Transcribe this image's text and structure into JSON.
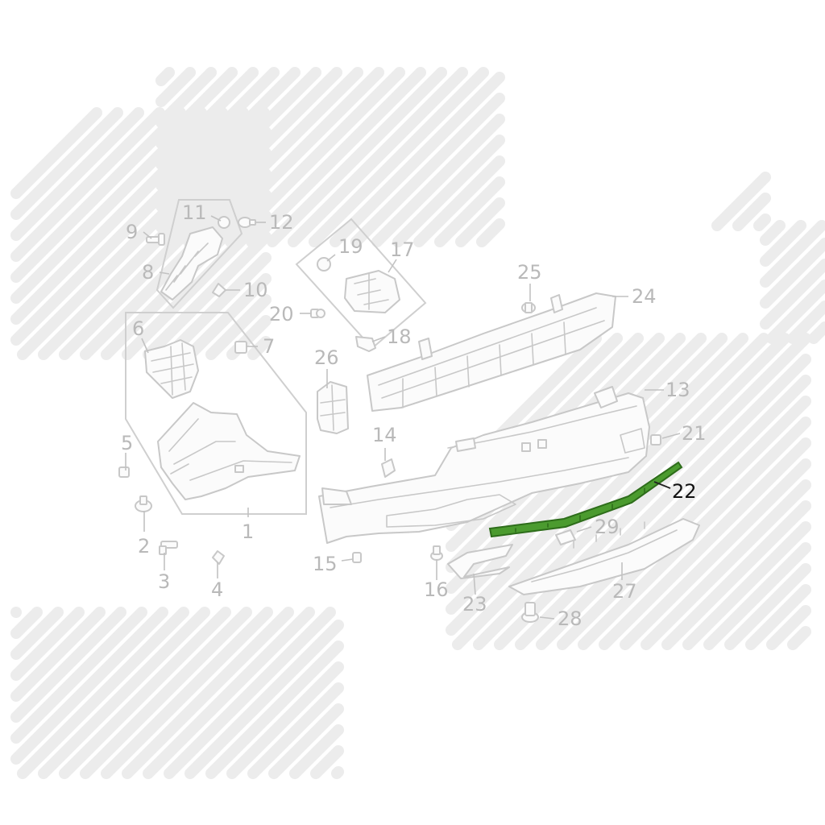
{
  "colors": {
    "highlight": "#4b9b2f",
    "highlight_edge": "#2e6d1b",
    "line": "#c8c8c8",
    "label": "#b9b9b9",
    "label_active": "#111111"
  },
  "callouts": [
    {
      "id": "1",
      "label": "1"
    },
    {
      "id": "2",
      "label": "2"
    },
    {
      "id": "3",
      "label": "3"
    },
    {
      "id": "4",
      "label": "4"
    },
    {
      "id": "5",
      "label": "5"
    },
    {
      "id": "6",
      "label": "6"
    },
    {
      "id": "7",
      "label": "7"
    },
    {
      "id": "8",
      "label": "8"
    },
    {
      "id": "9",
      "label": "9"
    },
    {
      "id": "10",
      "label": "10"
    },
    {
      "id": "11",
      "label": "11"
    },
    {
      "id": "12",
      "label": "12"
    },
    {
      "id": "13",
      "label": "13"
    },
    {
      "id": "14",
      "label": "14"
    },
    {
      "id": "15",
      "label": "15"
    },
    {
      "id": "16",
      "label": "16"
    },
    {
      "id": "17",
      "label": "17"
    },
    {
      "id": "18",
      "label": "18"
    },
    {
      "id": "19",
      "label": "19"
    },
    {
      "id": "20",
      "label": "20"
    },
    {
      "id": "21",
      "label": "21"
    },
    {
      "id": "22",
      "label": "22",
      "highlighted": true
    },
    {
      "id": "23",
      "label": "23"
    },
    {
      "id": "24",
      "label": "24"
    },
    {
      "id": "25",
      "label": "25"
    },
    {
      "id": "26",
      "label": "26"
    },
    {
      "id": "27",
      "label": "27"
    },
    {
      "id": "28",
      "label": "28"
    },
    {
      "id": "29",
      "label": "29"
    }
  ]
}
